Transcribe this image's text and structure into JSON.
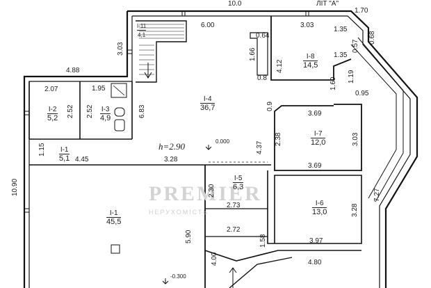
{
  "header": {
    "top_dim": "10.0",
    "lit": "ЛІТ \"А\""
  },
  "dims": {
    "d1_70": "1.70",
    "d6_00": "6.00",
    "d3_03_top": "3.03",
    "d0_64": "0.64",
    "d1_66": "1.66",
    "d0_8": "0.8",
    "d4_12": "4.12",
    "d1_35_a": "1.35",
    "d0_57": "0.57",
    "d0_68": "0.68",
    "d1_35_b": "1.35",
    "d1_19": "1.19",
    "d1_60": "1.60",
    "d0_95": "0.95",
    "d3_03_left": "3.03",
    "d4_88": "4.88",
    "d2_07": "2.07",
    "d1_95": "1.95",
    "d2_52_a": "2.52",
    "d2_52_b": "2.52",
    "d6_83": "6.83",
    "d0_9": "0.9",
    "d3_69_a": "3.69",
    "d2_38": "2.38",
    "d3_03_right": "3.03",
    "d4_37": "4.37",
    "d1_15": "1.15",
    "d4_45": "4.45",
    "d3_28_mid": "3.28",
    "d3_69_b": "3.69",
    "d10_90": "10.90",
    "d7_27": "7.27",
    "d2_30": "2.30",
    "d2_73": "2.73",
    "d3_28_right": "3.28",
    "d5_90": "5.90",
    "d2_72": "2.72",
    "d1_58": "1.58",
    "d3_97": "3.97",
    "d4_00": "4.00",
    "d4_80": "4.80"
  },
  "rooms": [
    {
      "id": "r11",
      "num": "I-11",
      "area": "4,1"
    },
    {
      "id": "r8",
      "num": "I-8",
      "area": "14,5"
    },
    {
      "id": "r4",
      "num": "I-4",
      "area": "36,7"
    },
    {
      "id": "r2",
      "num": "I-2",
      "area": "5,2"
    },
    {
      "id": "r3",
      "num": "I-3",
      "area": "4,9"
    },
    {
      "id": "r7",
      "num": "I-7",
      "area": "12,0"
    },
    {
      "id": "r1s",
      "num": "I-1",
      "area": "5,1"
    },
    {
      "id": "r5",
      "num": "I-5",
      "area": "6,3"
    },
    {
      "id": "rI1",
      "num": "I-1",
      "area": "45,5"
    },
    {
      "id": "r6",
      "num": "I-6",
      "area": "13,0"
    }
  ],
  "levels": {
    "height": "h=2.90",
    "zero": "0.000",
    "minus": "-0.300"
  },
  "watermark": {
    "brand": "PREMIER",
    "sub": "НЕРУХОМІСТЬ"
  }
}
